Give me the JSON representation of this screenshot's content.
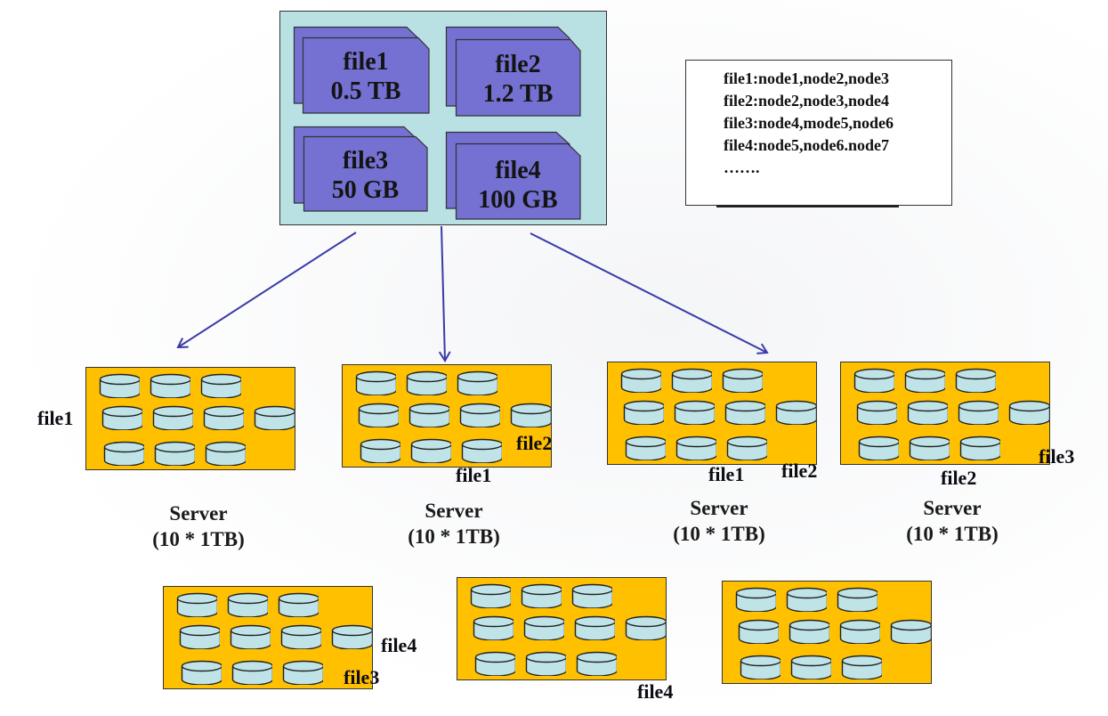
{
  "colors": {
    "file_area": "#b9e1e4",
    "doc_fill": "#7571d2",
    "server_fill": "#ffc000",
    "disk_fill": "#bfe3e6",
    "arrow": "#3a3aa8"
  },
  "files": [
    {
      "name": "file1",
      "size": "0.5 TB"
    },
    {
      "name": "file2",
      "size": "1.2 TB"
    },
    {
      "name": "file3",
      "size": "50 GB"
    },
    {
      "name": "file4",
      "size": "100 GB"
    }
  ],
  "mapping": {
    "lines": [
      "file1:node1,node2,node3",
      "file2:node2,node3,node4",
      "file3:node4,mode5,node6",
      "file4:node5,node6.node7",
      "……."
    ]
  },
  "servers": [
    {
      "caption_title": "Server",
      "caption_capacity": "(10 * 1TB)",
      "labels": [
        "file1"
      ],
      "disks_per_row": [
        3,
        4,
        3
      ]
    },
    {
      "caption_title": "Server",
      "caption_capacity": "(10 * 1TB)",
      "labels": [
        "file2",
        "file1"
      ],
      "disks_per_row": [
        3,
        4,
        3
      ]
    },
    {
      "caption_title": "Server",
      "caption_capacity": "(10 * 1TB)",
      "labels": [
        "file1",
        "file2"
      ],
      "disks_per_row": [
        3,
        4,
        3
      ]
    },
    {
      "caption_title": "Server",
      "caption_capacity": "(10 * 1TB)",
      "labels": [
        "file2",
        "file3"
      ],
      "disks_per_row": [
        3,
        4,
        3
      ]
    },
    {
      "caption_title": "",
      "caption_capacity": "",
      "labels": [
        "file4",
        "file3"
      ],
      "disks_per_row": [
        3,
        4,
        3
      ]
    },
    {
      "caption_title": "",
      "caption_capacity": "",
      "labels": [
        "file4"
      ],
      "disks_per_row": [
        3,
        4,
        3
      ]
    },
    {
      "caption_title": "",
      "caption_capacity": "",
      "labels": [],
      "disks_per_row": [
        3,
        4,
        3
      ]
    }
  ]
}
